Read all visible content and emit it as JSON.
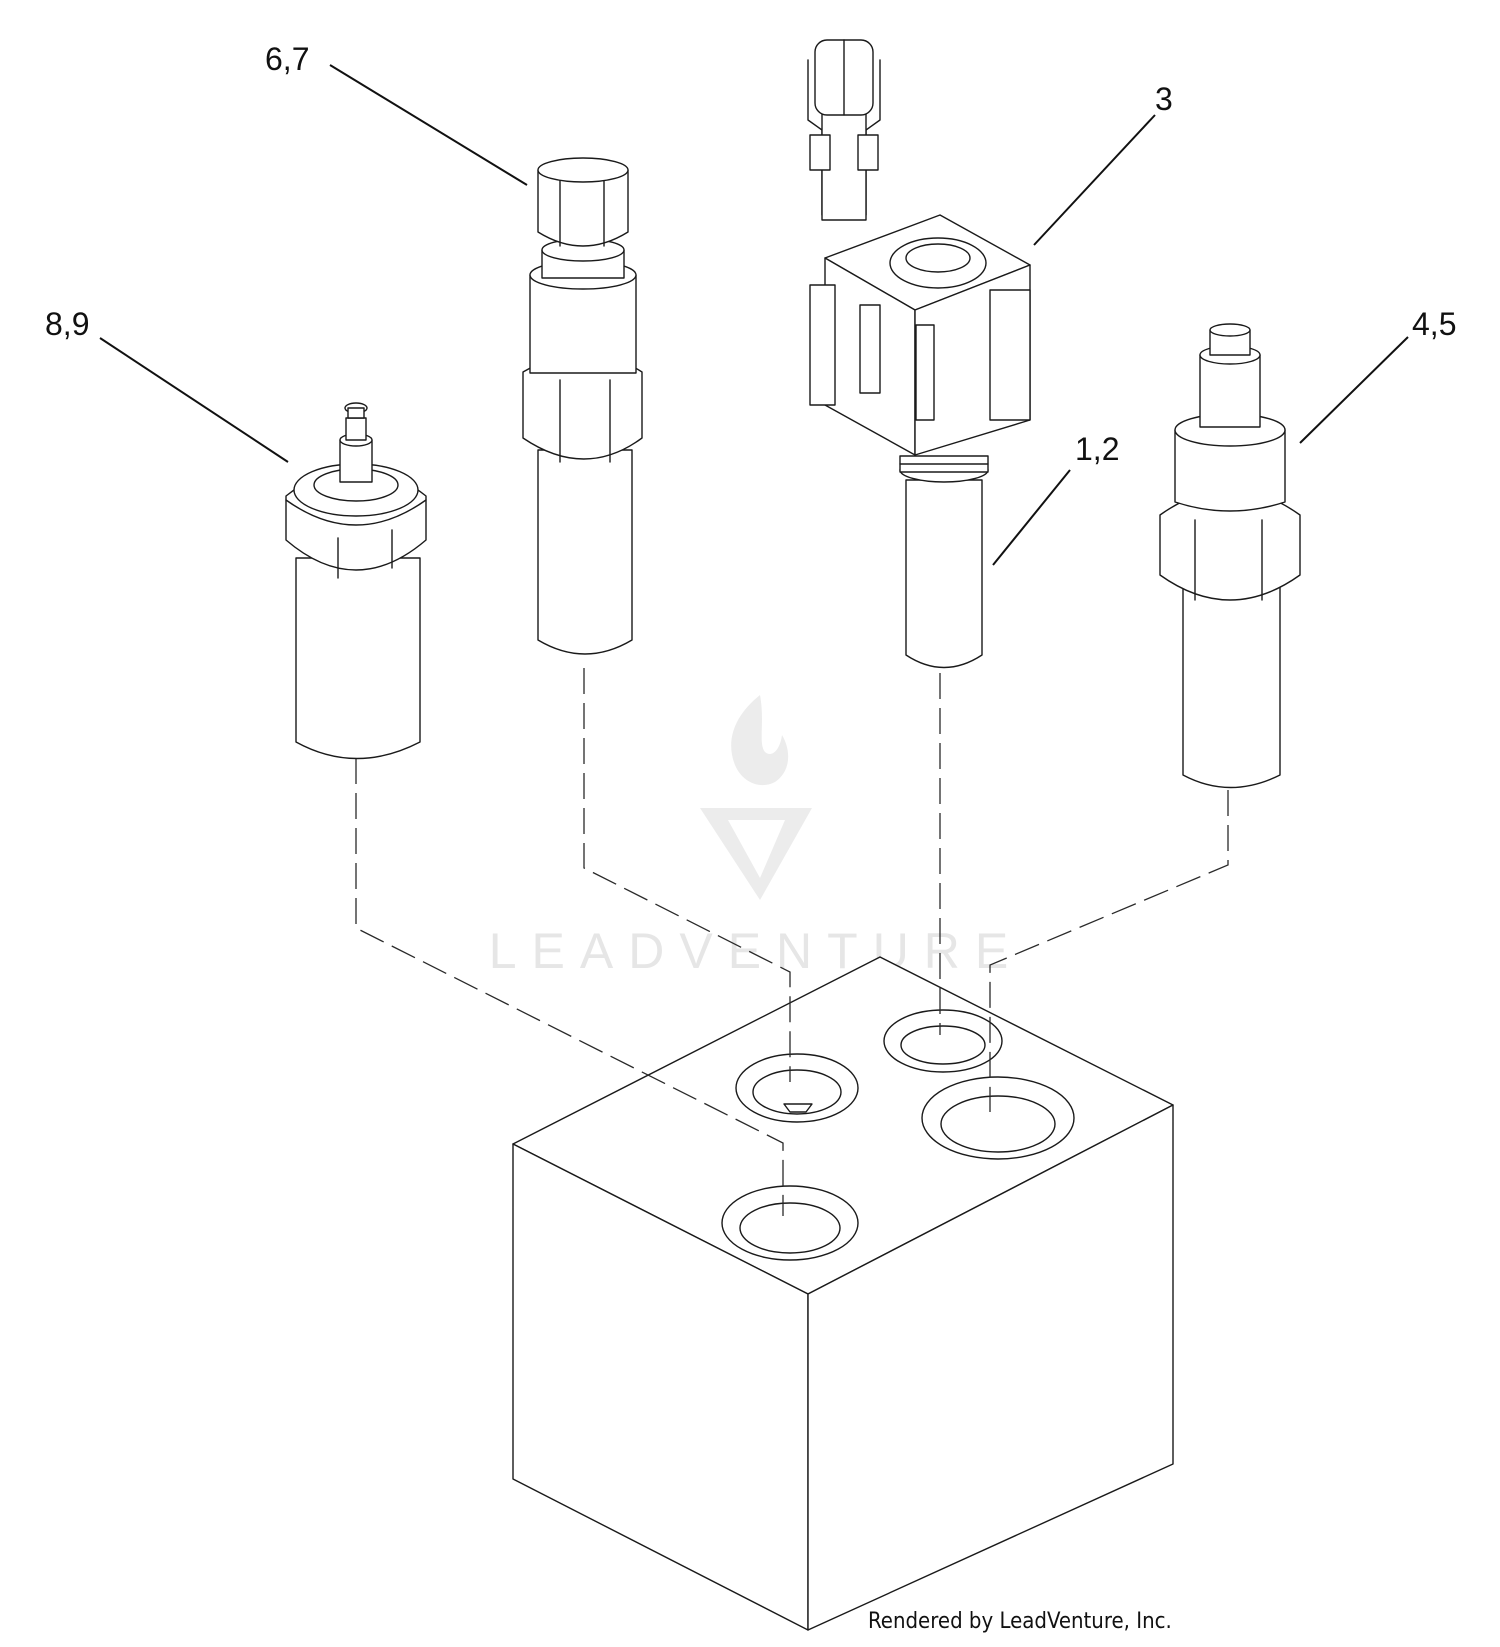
{
  "callouts": {
    "c67": "6,7",
    "c3": "3",
    "c89": "8,9",
    "c45": "4,5",
    "c12": "1,2"
  },
  "watermark": "LEADVENTURE",
  "credit": "Rendered by LeadVenture, Inc."
}
